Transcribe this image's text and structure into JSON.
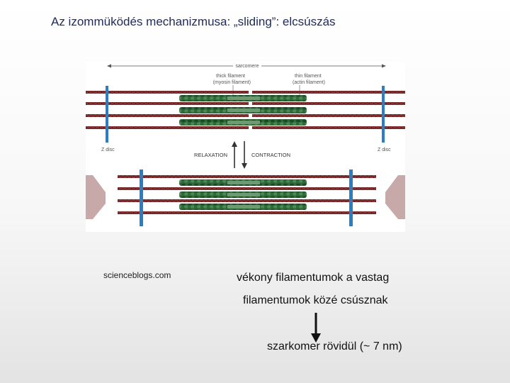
{
  "slide": {
    "title": "Az izommüködés mechanizmusa:  „sliding”: elcsúszás"
  },
  "diagram": {
    "sarcomere_label": "sarcomere",
    "thick_filament_label": "thick filament",
    "thick_filament_sub": "(myosin filament)",
    "thin_filament_label": "thin filament",
    "thin_filament_sub": "(actin filament)",
    "z_disc_left": "Z disc",
    "z_disc_right": "Z disc",
    "relaxation_label": "RELAXATION",
    "contraction_label": "CONTRACTION",
    "colors": {
      "actin": "#7a2a2a",
      "myosin": "#2f6b3a",
      "z_disc": "#2a7fc4",
      "side_arrows": "#c8a9a9"
    }
  },
  "source": {
    "credit": "scienceblogs.com"
  },
  "caption": {
    "line1": "vékony filamentumok a vastag",
    "line2": "filamentumok közé csúsznak"
  },
  "result": {
    "text": "szarkomer rövidül (~ 7 nm)"
  }
}
